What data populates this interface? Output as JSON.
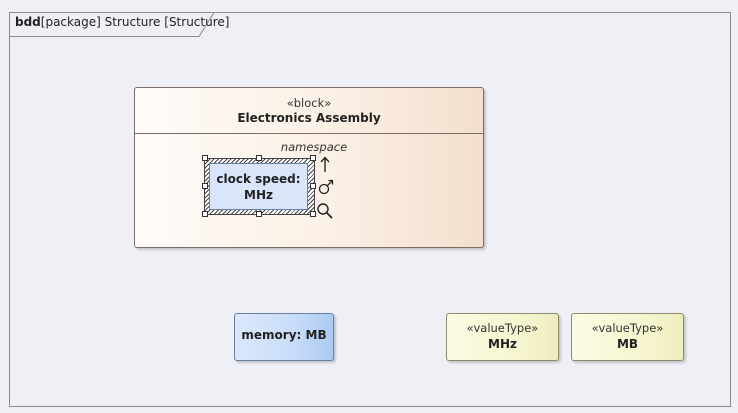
{
  "frame": {
    "kind": "bdd",
    "title": "[package] Structure [Structure]"
  },
  "block": {
    "stereotype": "«block»",
    "name": "Electronics Assembly",
    "compartment_label": "namespace",
    "part": {
      "line1": "clock speed:",
      "line2": "MHz"
    }
  },
  "nodes": {
    "memory": {
      "label": "memory: MB"
    },
    "value_type_mhz": {
      "stereotype": "«valueType»",
      "name": "MHz"
    },
    "value_type_mb": {
      "stereotype": "«valueType»",
      "name": "MB"
    }
  },
  "quick_icons": [
    "arrow-up-icon",
    "link-tool-icon",
    "magnifier-icon"
  ]
}
